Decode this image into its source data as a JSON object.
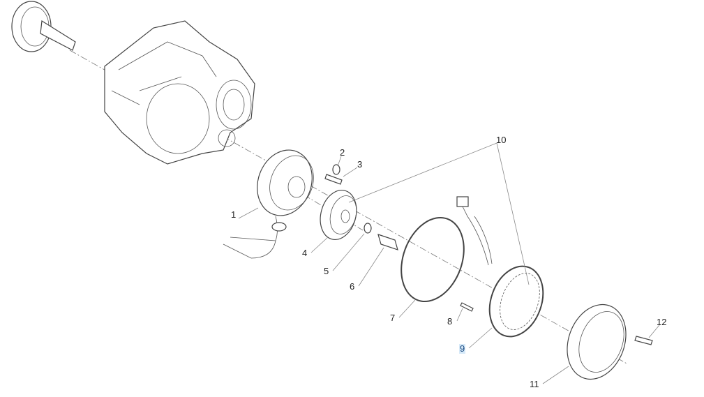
{
  "diagram": {
    "callouts": [
      {
        "id": "1",
        "label": "1"
      },
      {
        "id": "2",
        "label": "2"
      },
      {
        "id": "3",
        "label": "3"
      },
      {
        "id": "4",
        "label": "4"
      },
      {
        "id": "5",
        "label": "5"
      },
      {
        "id": "6",
        "label": "6"
      },
      {
        "id": "7",
        "label": "7"
      },
      {
        "id": "8",
        "label": "8"
      },
      {
        "id": "9",
        "label": "9",
        "highlighted": true
      },
      {
        "id": "10",
        "label": "10"
      },
      {
        "id": "11",
        "label": "11"
      },
      {
        "id": "12",
        "label": "12"
      }
    ],
    "highlight_color": "#d6e9f8"
  }
}
